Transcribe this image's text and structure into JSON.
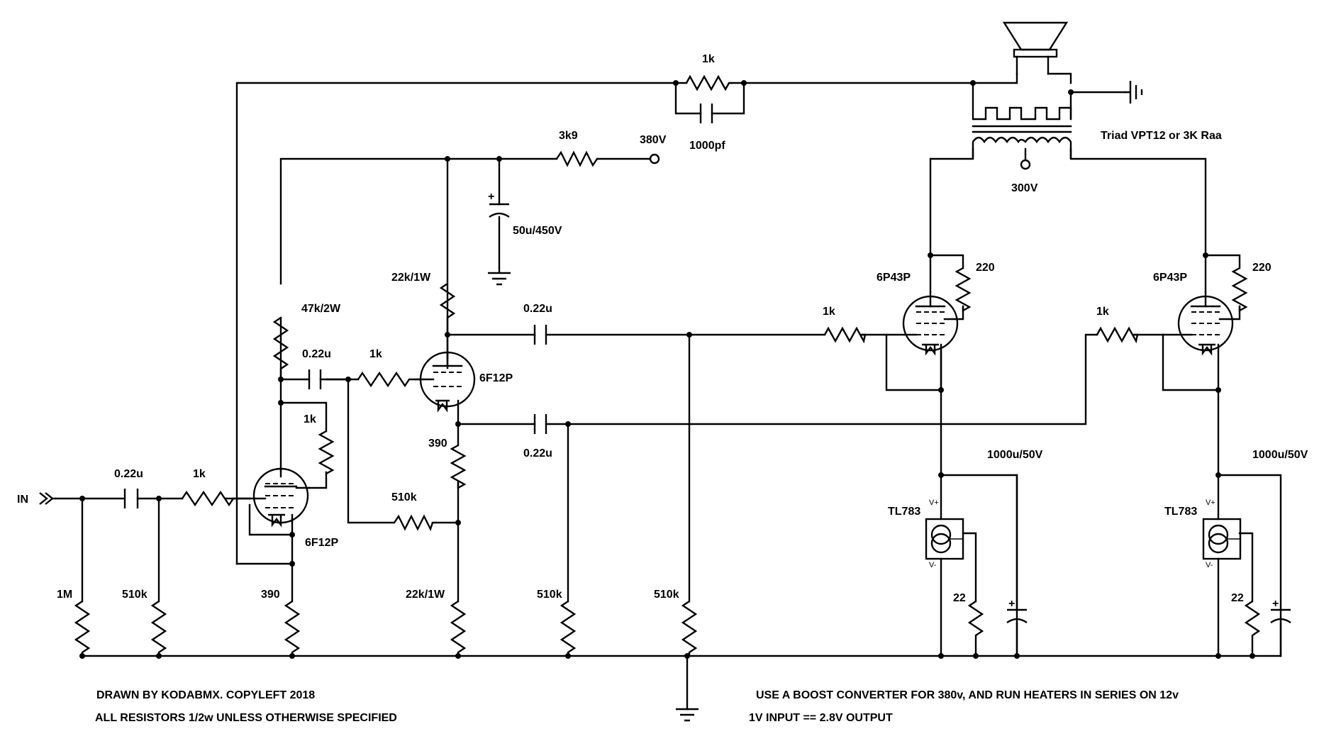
{
  "labels": {
    "in": "IN",
    "r_in_1m": "1M",
    "c_in": "0.22u",
    "r_in_510k": "510k",
    "r_grid1": "1k",
    "v1_tube": "6F12P",
    "r_cath1": "390",
    "r_plate1": "47k/2W",
    "r_g2_1": "1k",
    "c_couple1": "0.22u",
    "r_grid2": "1k",
    "r_fb_510k": "510k",
    "v2_tube": "6F12P",
    "r_plate2": "22k/1W",
    "r_cath2": "390",
    "r_cath2_lower": "22k/1W",
    "c_couple2": "0.22u",
    "c_couple3": "0.22u",
    "r_bias_a": "510k",
    "r_bias_b": "510k",
    "r_drop": "3k9",
    "v_supply": "380V",
    "c_filter": "50u/450V",
    "r_nfb": "1k",
    "c_nfb": "1000pf",
    "transformer": "Triad VPT12 or 3K Raa",
    "v_ct": "300V",
    "pwr_tube_l": "6P43P",
    "pwr_tube_r": "6P43P",
    "r_screen_l": "220",
    "r_screen_r": "220",
    "r_gstop_l": "1k",
    "r_gstop_r": "1k",
    "cap_cath_l": "1000u/50V",
    "cap_cath_r": "1000u/50V",
    "ccs_l": "TL783",
    "ccs_r": "TL783",
    "r_set_l": "22",
    "r_set_r": "22",
    "ccs_vplus": "V+",
    "ccs_vminus": "V-",
    "plus": "+"
  },
  "notes": {
    "drawn_by": "DRAWN BY KODABMX. COPYLEFT 2018",
    "resistors": "ALL RESISTORS 1/2w UNLESS OTHERWISE SPECIFIED",
    "boost": "USE A BOOST CONVERTER FOR 380v, AND RUN HEATERS IN SERIES ON 12v",
    "gain": "1V INPUT == 2.8V OUTPUT"
  }
}
